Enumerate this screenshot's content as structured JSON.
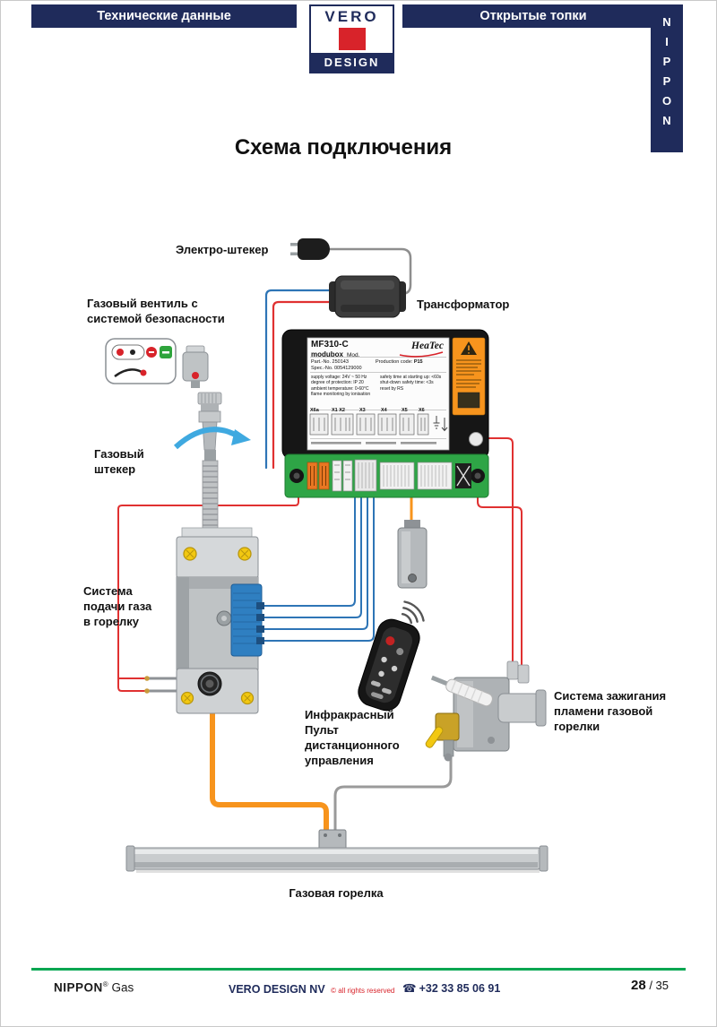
{
  "page": {
    "title": "Схема подключения"
  },
  "header": {
    "left_section": "Технические данные",
    "right_section": "Открытые топки",
    "logo_top": "VERO",
    "logo_bottom": "DESIGN",
    "vertical_brand": "NIPPON"
  },
  "diagram": {
    "electric_plug_label": "Электро-штекер",
    "transformer_label": "Трансформатор",
    "gas_valve_label": "Газовый вентиль с\nсистемой безопасности",
    "gas_plug_label": "Газовый\nштекер",
    "gas_supply_label": "Система\nподачи газа\nв горелку",
    "remote_label": "Инфракрасный\nПульт\nдистанционного\nуправления",
    "ignition_label": "Система зажигания\nпламени газовой\nгорелки",
    "burner_label": "Газовая горелка",
    "control_box": {
      "model": "MF310-C",
      "series": "modubox",
      "mod": "Mod.",
      "brand": "HeaTec",
      "part_no": "Part.-No. 250143",
      "spec_no": "Spec.-No. 0054129000",
      "production_label": "Production code: ",
      "production_code": "P15",
      "spec_lines_left": "supply voltage: 24V ~ 50 Hz\ndegree of protection: IP 20\nambient temperature: 0-60°C\nflame monitoring by ionisation",
      "spec_lines_right": "safety time at starting up: <60s\nshut-down safety time: <3s\nreset by RS",
      "terminals": [
        "X6a",
        "X1 X2",
        "X3",
        "X4",
        "X5",
        "X6"
      ]
    }
  },
  "footer": {
    "brand": "NIPPON",
    "registered": "®",
    "brand_suffix": "Gas",
    "company": "VERO DESIGN NV",
    "rights": "© all rights reserved",
    "phone_icon": "☎",
    "phone": "+32 33 85 06 91",
    "page_number": "28",
    "page_total": "/ 35"
  },
  "colors": {
    "navy": "#1F2B5B",
    "brand_red": "#D8232A",
    "footer_green": "#00A651",
    "wire_blue": "#2E75B6",
    "wire_red": "#E03131",
    "wire_orange": "#F7941D",
    "wire_gray": "#9A9A9A",
    "terminal_green": "#2EA546"
  }
}
